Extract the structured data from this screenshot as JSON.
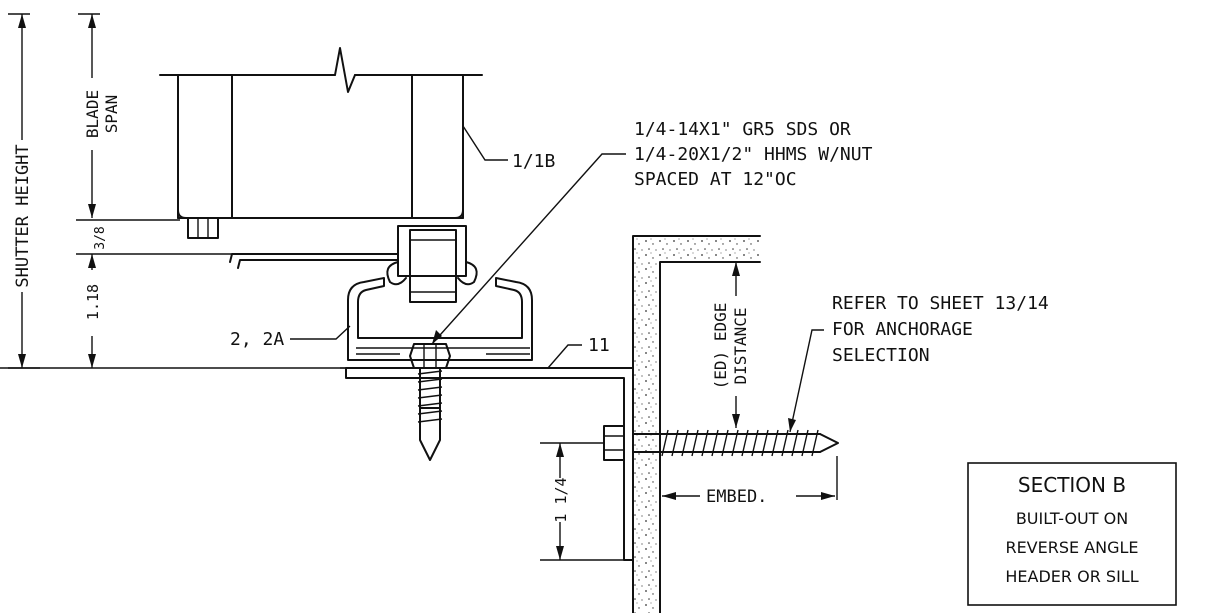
{
  "dimensions": {
    "shutter_height": "SHUTTER HEIGHT",
    "blade_span_line1": "BLADE",
    "blade_span_line2": "SPAN",
    "gap": "3/8",
    "track_height": "1.18",
    "edge_distance_line1": "(ED) EDGE",
    "edge_distance_line2": "DISTANCE",
    "embed": "EMBED.",
    "angle_leg": "1 1/4"
  },
  "callouts": {
    "blade": "1/1B",
    "track": "2, 2A",
    "angle": "11",
    "fastener_line1": "1/4-14X1\" GR5 SDS OR",
    "fastener_line2": "1/4-20X1/2\" HHMS W/NUT",
    "fastener_line3": "SPACED AT 12\"OC",
    "anchor_line1": "REFER TO SHEET 13/14",
    "anchor_line2": "FOR ANCHORAGE",
    "anchor_line3": "SELECTION"
  },
  "section_box": {
    "title": "SECTION B",
    "line1": "BUILT-OUT ON",
    "line2": "REVERSE ANGLE",
    "line3": "HEADER OR SILL"
  }
}
